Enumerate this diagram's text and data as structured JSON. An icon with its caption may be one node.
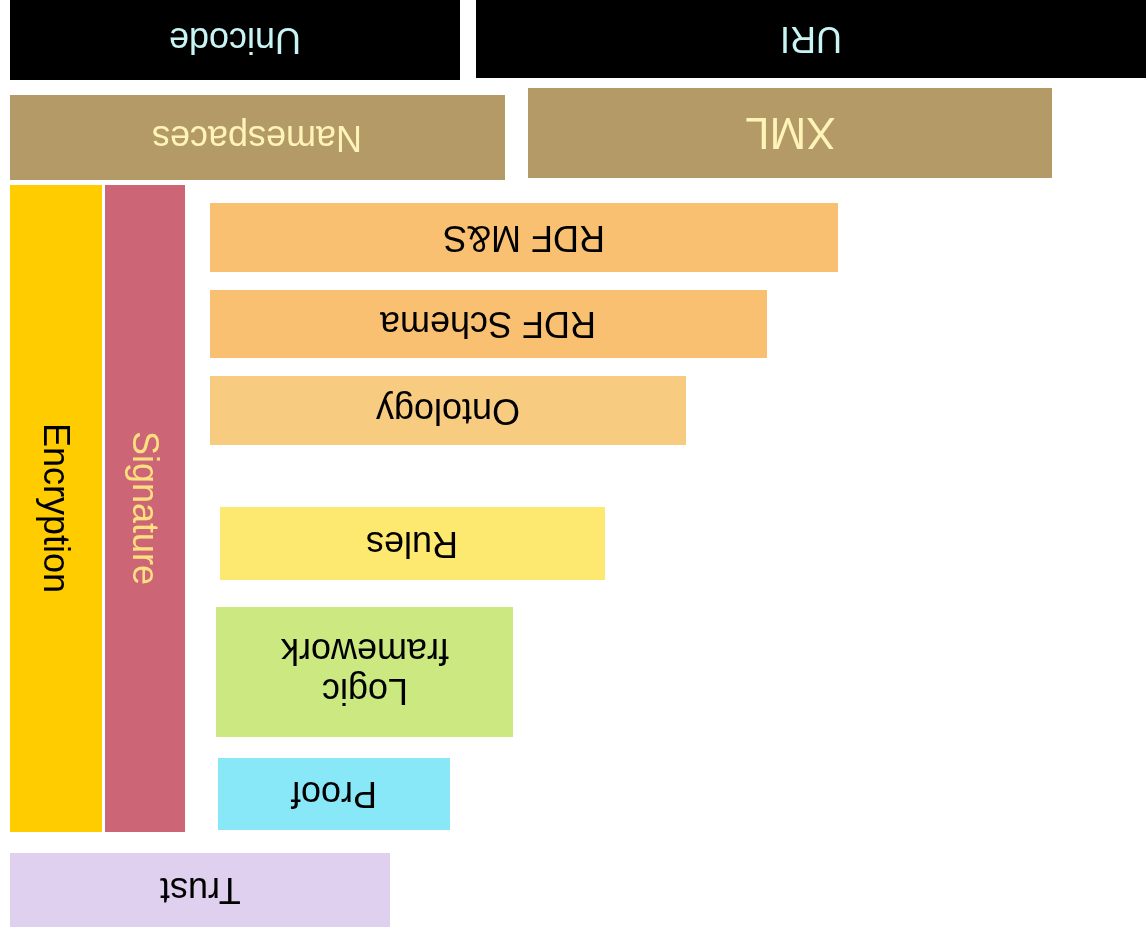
{
  "diagram": {
    "nodes": [
      {
        "text": [
          "Unicode"
        ]
      },
      {
        "text": [
          "URI"
        ]
      },
      {
        "text": [
          "Namespaces"
        ]
      },
      {
        "text": [
          "XML"
        ]
      },
      {
        "text": [
          "Encryption"
        ]
      },
      {
        "text": [
          "Signature"
        ]
      },
      {
        "text": [
          "RDF M&S"
        ]
      },
      {
        "text": [
          "RDF Schema"
        ]
      },
      {
        "text": [
          "Ontology"
        ]
      },
      {
        "text": [
          "Rules"
        ]
      },
      {
        "text": [
          "Logic framework"
        ]
      },
      {
        "text": [
          "Proof"
        ]
      },
      {
        "text": [
          "Trust"
        ]
      }
    ]
  }
}
